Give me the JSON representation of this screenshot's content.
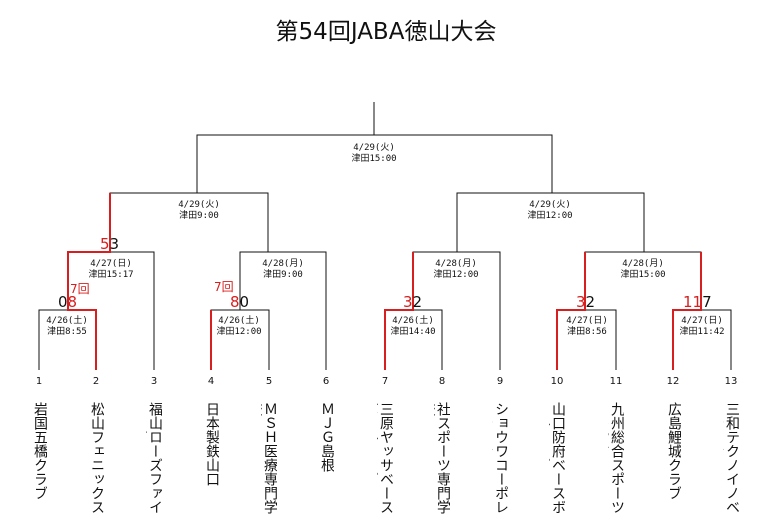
{
  "title": "第54回JABA徳山大会",
  "colors": {
    "winner_line": "#d81e1e",
    "line": "#111111"
  },
  "teams": [
    {
      "seed": "1",
      "name": "岩国五橋クラブ"
    },
    {
      "seed": "2",
      "name": "松山フェニックス"
    },
    {
      "seed": "3",
      "name": "福山ローズファイターズ"
    },
    {
      "seed": "4",
      "name": "日本製鉄山口"
    },
    {
      "seed": "5",
      "name": "ＭＳＨ医療専門学校"
    },
    {
      "seed": "6",
      "name": "ＭＪＧ島根"
    },
    {
      "seed": "7",
      "name": "三原ヤッサベースボールクラブ"
    },
    {
      "seed": "8",
      "name": "社スポーツ専門学校"
    },
    {
      "seed": "9",
      "name": "ショウワコーポレーション"
    },
    {
      "seed": "10",
      "name": "山口防府ベースボールクラブ"
    },
    {
      "seed": "11",
      "name": "九州総合スポーツカレッジ"
    },
    {
      "seed": "12",
      "name": "広島鯉城クラブ"
    },
    {
      "seed": "13",
      "name": "三和テクノイノベーション"
    }
  ],
  "games": [
    {
      "id": "g1",
      "date": "4/26(土)",
      "time": "津田8:55",
      "score_left": "0",
      "score_right": "8",
      "note": ""
    },
    {
      "id": "g2",
      "date": "4/26(土)",
      "time": "津田12:00",
      "score_left": "8",
      "score_right": "0",
      "note": "7回"
    },
    {
      "id": "g3",
      "date": "4/26(土)",
      "time": "津田14:40",
      "score_left": "3",
      "score_right": "2",
      "note": ""
    },
    {
      "id": "g4",
      "date": "4/27(日)",
      "time": "津田8:56",
      "score_left": "3",
      "score_right": "2",
      "note": ""
    },
    {
      "id": "g5",
      "date": "4/27(日)",
      "time": "津田11:42",
      "score_left": "11",
      "score_right": "7",
      "note": ""
    },
    {
      "id": "g6",
      "date": "4/27(日)",
      "time": "津田15:17",
      "score_left": "5",
      "score_right": "3",
      "note": "7回"
    },
    {
      "id": "g7",
      "date": "4/28(月)",
      "time": "津田9:00",
      "score_left": "",
      "score_right": "",
      "note": ""
    },
    {
      "id": "g8",
      "date": "4/28(月)",
      "time": "津田12:00",
      "score_left": "",
      "score_right": "",
      "note": ""
    },
    {
      "id": "g9",
      "date": "4/28(月)",
      "time": "津田15:00",
      "score_left": "",
      "score_right": "",
      "note": ""
    },
    {
      "id": "g10",
      "date": "4/29(火)",
      "time": "津田9:00",
      "score_left": "",
      "score_right": "",
      "note": ""
    },
    {
      "id": "g11",
      "date": "4/29(火)",
      "time": "津田12:00",
      "score_left": "",
      "score_right": "",
      "note": ""
    },
    {
      "id": "g12",
      "date": "4/29(火)",
      "time": "津田15:00",
      "score_left": "",
      "score_right": "",
      "note": ""
    }
  ]
}
